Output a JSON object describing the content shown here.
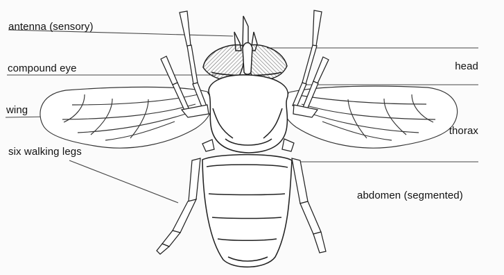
{
  "diagram": {
    "labels": {
      "antenna": "antenna (sensory)",
      "compound_eye": "compound eye",
      "wing": "wing",
      "legs": "six walking legs",
      "head": "head",
      "thorax": "thorax",
      "abdomen": "abdomen (segmented)"
    }
  }
}
